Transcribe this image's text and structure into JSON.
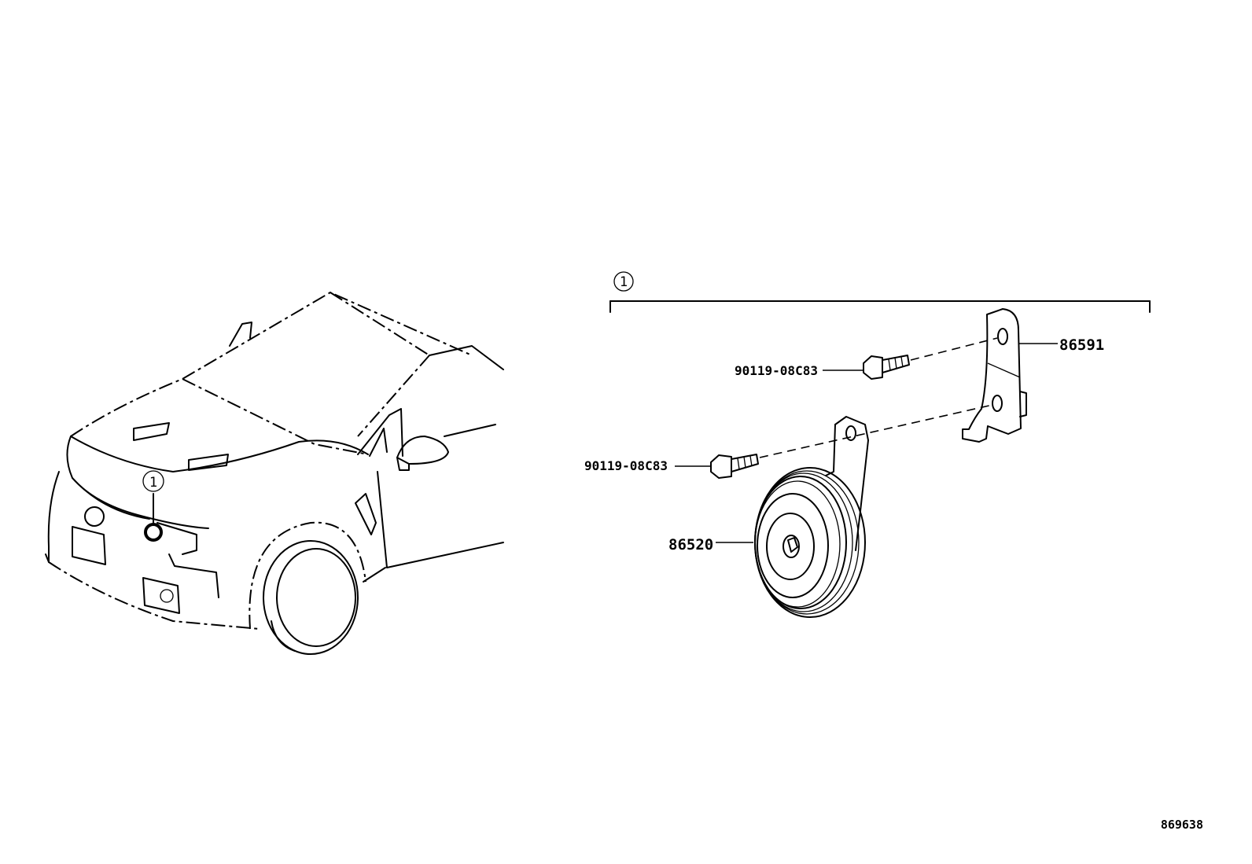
{
  "diagram": {
    "callout_marker": "1",
    "parts": {
      "bracket": "86591",
      "horn": "86520",
      "bolt_upper": "90119-08C83",
      "bolt_lower": "90119-08C83"
    },
    "reference_number": "869638"
  }
}
